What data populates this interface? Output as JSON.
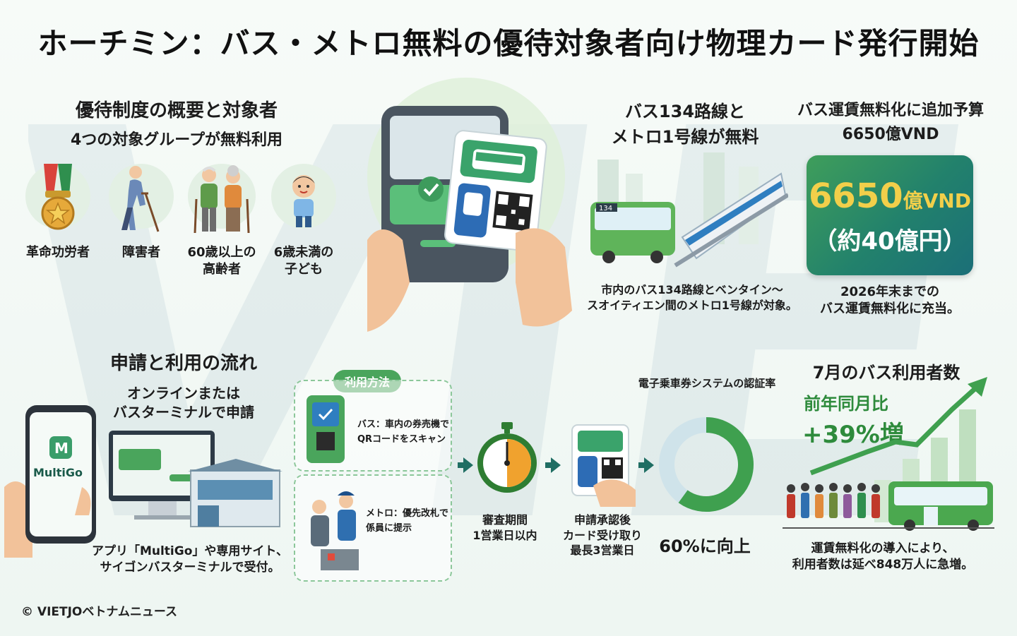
{
  "title": "ホーチミン：バス・メトロ無料の優待対象者向け物理カード発行開始",
  "overview": {
    "heading": "優待制度の概要と対象者",
    "subheading": "4つの対象グループが無料利用",
    "groups": [
      {
        "label": "革命功労者",
        "icon": "medal-icon"
      },
      {
        "label": "障害者",
        "icon": "person-with-cane-icon"
      },
      {
        "label": "60歳以上の\n高齢者",
        "icon": "elderly-couple-icon"
      },
      {
        "label": "6歳未満の\n子ども",
        "icon": "child-icon"
      }
    ]
  },
  "routes": {
    "heading": "バス134路線と\nメトロ1号線が無料",
    "bus_number": "134",
    "caption": "市内のバス134路線とベンタイン～\nスオイティエン間のメトロ1号線が対象。"
  },
  "budget": {
    "heading": "バス運賃無料化に追加予算\n6650億VND",
    "amount": "6650",
    "amount_unit": "億VND",
    "yen": "（約40億円）",
    "caption": "2026年末までの\nバス運賃無料化に充当。"
  },
  "flow": {
    "heading": "申請と利用の流れ",
    "apply_text": "オンラインまたは\nバスターミナルで申請",
    "app_name": "MultiGo",
    "apply_caption": "アプリ「MultiGo」や専用サイト、\nサイゴンバスターミナルで受付。",
    "usage_label": "利用方法",
    "usage_bus": "バス：車内の券売機で\nQRコードをスキャン",
    "usage_metro": "メトロ：優先改札で\n係員に提示",
    "review": "審査期間\n1営業日以内",
    "card_delivery": "申請承認後\nカード受け取り\n最長3営業日"
  },
  "auth": {
    "heading": "電子乗車券システムの認証率",
    "rate_value": 60,
    "caption": "60%に向上"
  },
  "ridership": {
    "heading": "7月のバス利用者数",
    "yoy_label": "前年同月比",
    "yoy_value": "+39%増",
    "caption": "運賃無料化の導入により、\n利用者数は延べ848万人に急増。"
  },
  "credit": "© VIETJOベトナムニュース",
  "colors": {
    "green": "#4aa55c",
    "dark_green": "#2e7d32",
    "teal": "#1f6e63",
    "gold": "#f2cf4a",
    "orange": "#f0a22e"
  }
}
